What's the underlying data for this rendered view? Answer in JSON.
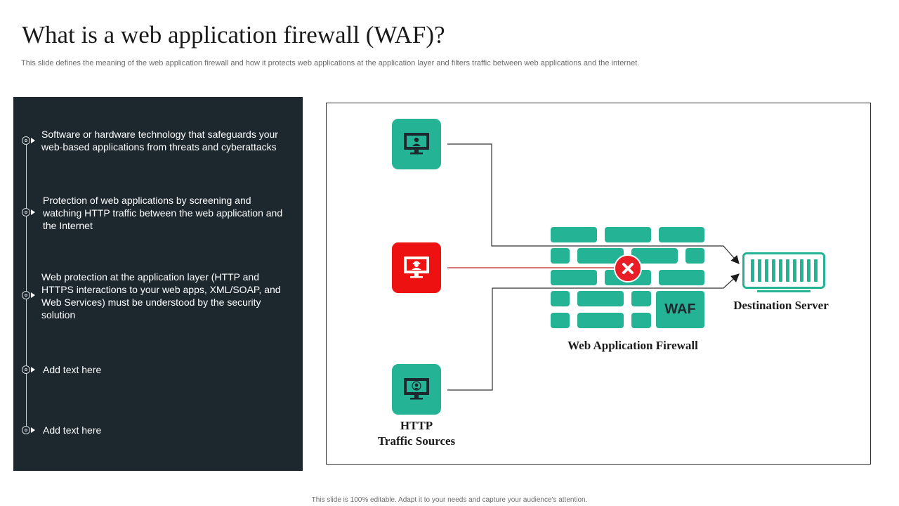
{
  "slide": {
    "title": "What is a web application  firewall  (WAF)?",
    "subtitle": "This slide defines the meaning of the web application firewall and how it protects web applications at the application layer and filters traffic between web applications and the internet.",
    "footer": "This slide is 100% editable. Adapt it to your needs and capture your audience's attention."
  },
  "panel": {
    "items": [
      {
        "text": "Software or hardware technology that safeguards your web-based applications from threats and cyberattacks"
      },
      {
        "text": "Protection of web applications by screening and watching HTTP traffic between the web application and the Internet"
      },
      {
        "text": "Web protection at the application layer (HTTP and HTTPS interactions to your web apps, XML/SOAP, and Web Services) must be understood by the security solution"
      },
      {
        "text": "Add text here"
      },
      {
        "text": "Add text here"
      }
    ]
  },
  "diagram": {
    "waf_badge": "WAF",
    "firewall_label": "Web Application Firewall",
    "server_label": "Destination Server",
    "sources_label_line1": "HTTP",
    "sources_label_line2": "Traffic Sources",
    "colors": {
      "accent": "#24b394",
      "danger": "#ee1111",
      "panel_bg": "#1c272e"
    },
    "icons": [
      "user-monitor-icon",
      "hacker-monitor-icon",
      "block-icon",
      "server-icon"
    ]
  }
}
